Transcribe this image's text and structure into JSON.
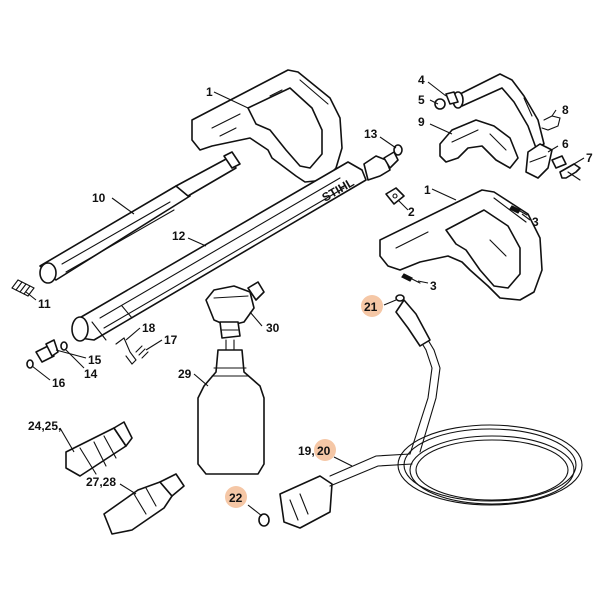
{
  "colors": {
    "line": "#111111",
    "background": "#ffffff",
    "highlight": "#f5c7a6"
  },
  "labels": {
    "p1a": "1",
    "p1b": "1",
    "p2": "2",
    "p3a": "3",
    "p3b": "3",
    "p4": "4",
    "p5": "5",
    "p6": "6",
    "p7": "7",
    "p8": "8",
    "p9": "9",
    "p10": "10",
    "p11": "11",
    "p12": "12",
    "p13": "13",
    "p14": "14",
    "p15": "15",
    "p16": "16",
    "p17": "17",
    "p18": "18",
    "p19_20_prefix": "19,",
    "p19_20_hl": "20",
    "p21": "21",
    "p22": "22",
    "p24_25": "24,25,",
    "p27_28": "27,28",
    "p29": "29",
    "p30": "30",
    "gun_brand": "STIHL"
  },
  "highlighted_parts": [
    "20",
    "21",
    "22"
  ]
}
